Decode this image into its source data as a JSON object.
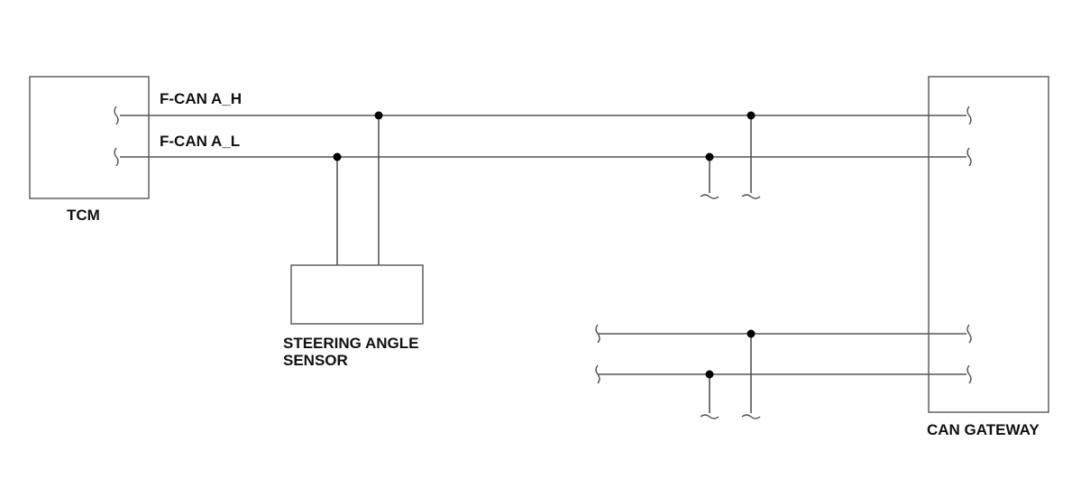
{
  "components": {
    "tcm": "TCM",
    "steering_line1": "STEERING ANGLE",
    "steering_line2": "SENSOR",
    "can_gateway": "CAN GATEWAY"
  },
  "wires": {
    "high_label": "F-CAN A_H",
    "low_label": "F-CAN A_L"
  },
  "colors": {
    "line": "#555555",
    "junction": "#000000",
    "text": "#111111"
  }
}
